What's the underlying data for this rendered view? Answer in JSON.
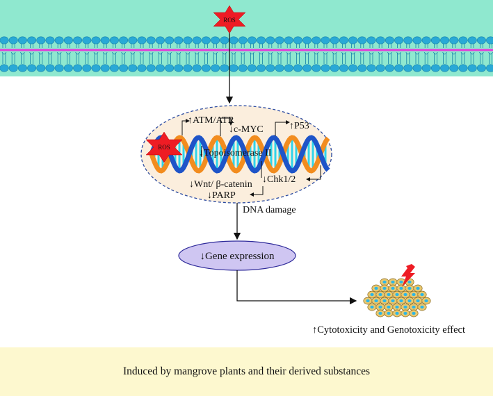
{
  "signals": {
    "ros_top": "ROS",
    "ros_dna": "ROS"
  },
  "dna_labels": {
    "atm_atr": "↑ATM/ATR",
    "c_myc": "↓c-MYC",
    "p53": "↑P53",
    "topoisomerase": "↓Topoisomerase II",
    "chk": "↓Chk1/2",
    "wnt": "↓Wnt/ β-catenin",
    "parp": "↓PARP"
  },
  "dna_damage": "DNA damage",
  "gene_expression": "↓Gene expression",
  "effect": "↑Cytotoxicity and Genotoxicity effect",
  "footer_text": "Induced by mangrove plants and their derived substances",
  "colors": {
    "membrane_bg": "#8fe8cf",
    "lipid_head": "#29a9d6",
    "lipid_head_stroke": "#1580a8",
    "membrane_core": "#e53ad8",
    "ros_star": "#ee1c24",
    "nucleus_fill": "#fbeedd",
    "nucleus_border": "#2b4aa0",
    "dna_orange": "#f28c1e",
    "dna_blue": "#1e54c8",
    "dna_cyan": "#2fd4ea",
    "gene_fill": "#cfc6f2",
    "gene_stroke": "#2e2a9a",
    "cell_fill": "#e8c870",
    "cell_nucleus": "#2cb6e6",
    "footer_bg": "#fdf8cf"
  }
}
